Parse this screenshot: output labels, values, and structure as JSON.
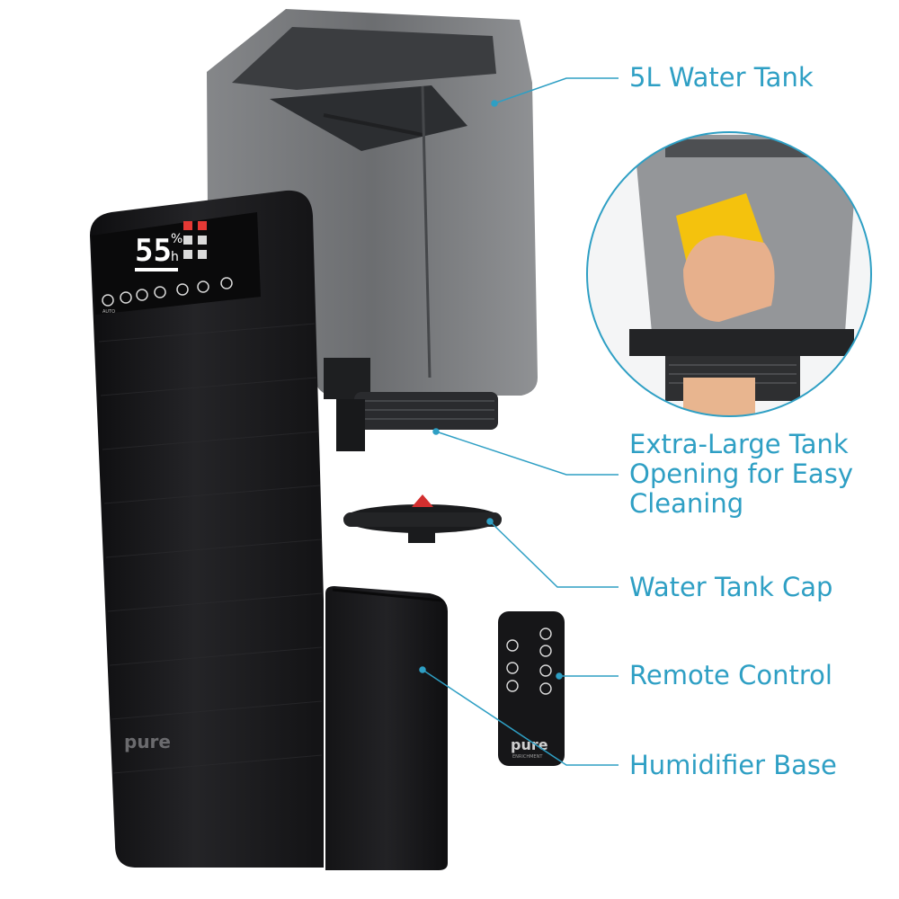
{
  "callouts": {
    "water_tank": "5L Water Tank",
    "tank_opening_line1": "Extra-Large Tank",
    "tank_opening_line2": "Opening for Easy",
    "tank_opening_line3": "Cleaning",
    "tank_cap": "Water Tank Cap",
    "remote": "Remote Control",
    "base": "Humidifier Base"
  },
  "display": {
    "humidity_value": "55",
    "humidity_unit": "%",
    "hour_unit": "h",
    "auto_label": "AUTO"
  },
  "brand": {
    "logo": "pure",
    "remote_logo": "pure",
    "remote_tagline": "ENRICHMENT"
  },
  "colors": {
    "accent": "#2e9fc4",
    "body": "#1c1c1e",
    "tank": "#5e6063",
    "led": "#ffffff",
    "led_alert": "#e53935"
  },
  "icons": [
    "auto-icon",
    "moon-icon",
    "mist-level-icon",
    "heat-icon",
    "droplet-icon",
    "aroma-icon",
    "power-icon"
  ]
}
